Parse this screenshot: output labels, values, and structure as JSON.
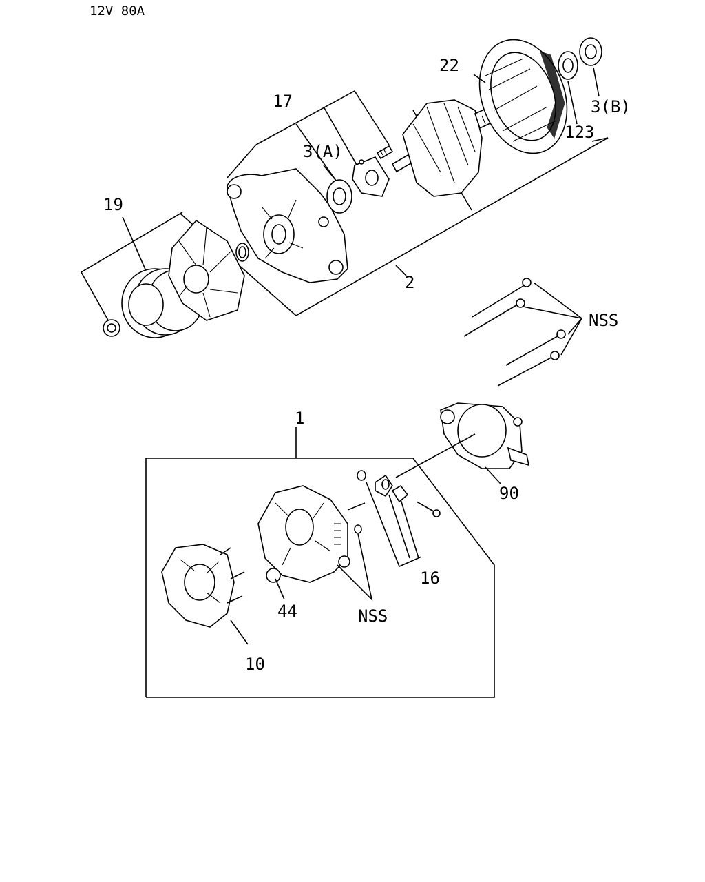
{
  "header": {
    "spec": "12V 80A"
  },
  "callouts": [
    {
      "id": "c-17",
      "text": "17"
    },
    {
      "id": "c-22",
      "text": "22"
    },
    {
      "id": "c-3a",
      "text": "3(A)"
    },
    {
      "id": "c-3b",
      "text": "3(B)"
    },
    {
      "id": "c-123",
      "text": "123"
    },
    {
      "id": "c-19",
      "text": "19"
    },
    {
      "id": "c-2",
      "text": "2"
    },
    {
      "id": "c-nss-top",
      "text": "NSS"
    },
    {
      "id": "c-1",
      "text": "1"
    },
    {
      "id": "c-90",
      "text": "90"
    },
    {
      "id": "c-16",
      "text": "16"
    },
    {
      "id": "c-44",
      "text": "44"
    },
    {
      "id": "c-nss-bottom",
      "text": "NSS"
    },
    {
      "id": "c-10",
      "text": "10"
    }
  ]
}
